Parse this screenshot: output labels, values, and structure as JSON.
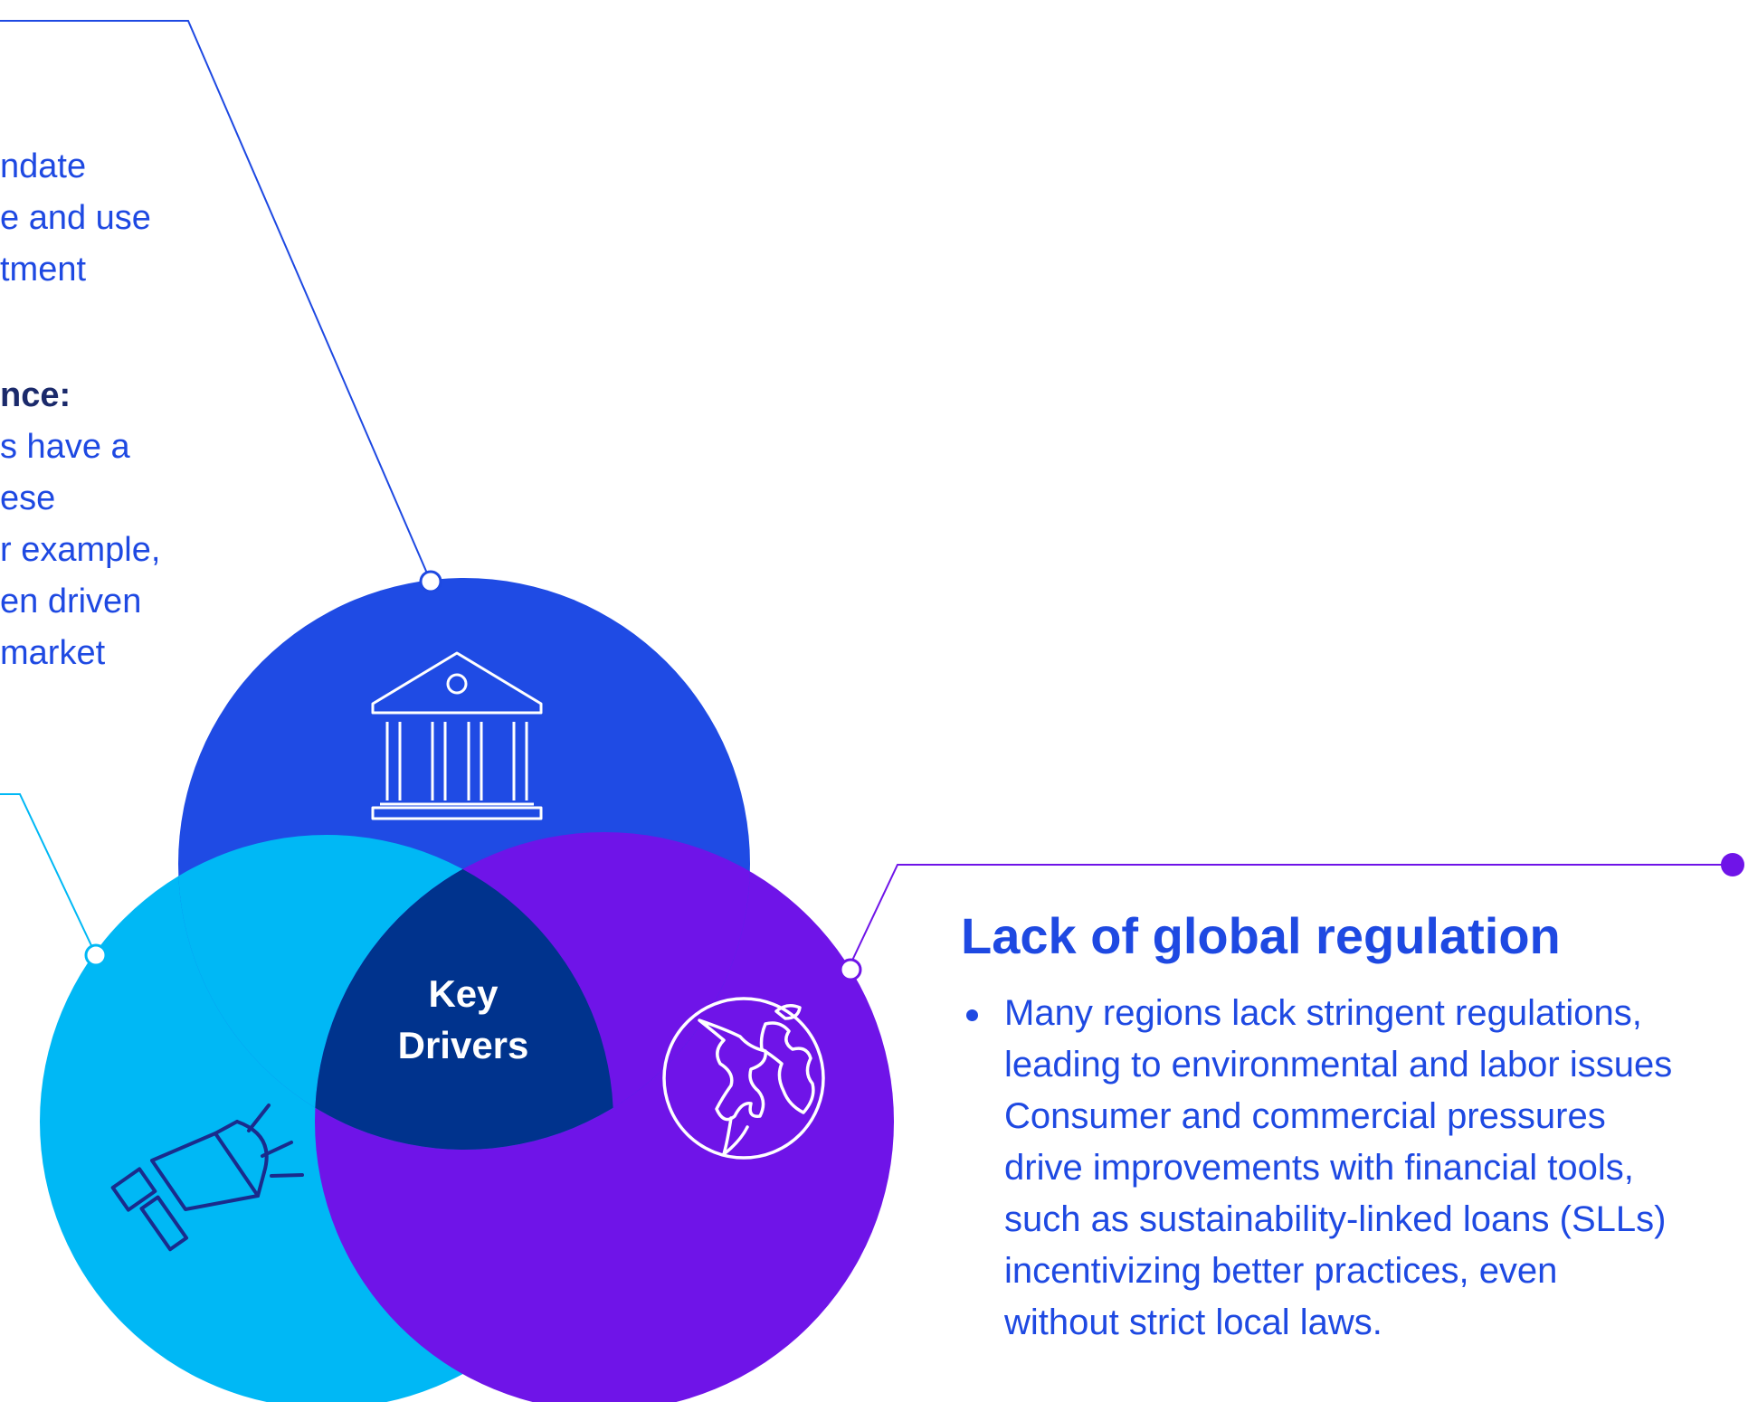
{
  "diagram": {
    "center_label_line1": "Key",
    "center_label_line2": "Drivers",
    "colors": {
      "top_circle": "#1f4be4",
      "left_circle": "#00b8f5",
      "right_circle": "#6f14e8",
      "center_overlap": "#00338d",
      "text_blue": "#1e49e2"
    },
    "icons": [
      "bank-building-icon",
      "megaphone-icon",
      "globe-icon"
    ]
  },
  "top_left_callout": {
    "lines": [
      {
        "text": "ndate",
        "bold": false
      },
      {
        "text": "e and use",
        "bold": false
      },
      {
        "text": "tment",
        "bold": false
      },
      {
        "text": "nce:",
        "bold": true
      },
      {
        "text": "s have a",
        "bold": false
      },
      {
        "text": "ese",
        "bold": false
      },
      {
        "text": "r example,",
        "bold": false
      },
      {
        "text": "en driven",
        "bold": false
      },
      {
        "text": "market",
        "bold": false
      }
    ]
  },
  "regulation": {
    "title": "Lack of global regulation",
    "bullet": "Many regions lack stringent regulations,\nleading to environmental and labor issues\nConsumer and commercial pressures\ndrive improvements with financial tools,\nsuch as sustainability-linked loans (SLLs)\nincentivizing better practices, even\nwithout strict local laws."
  }
}
